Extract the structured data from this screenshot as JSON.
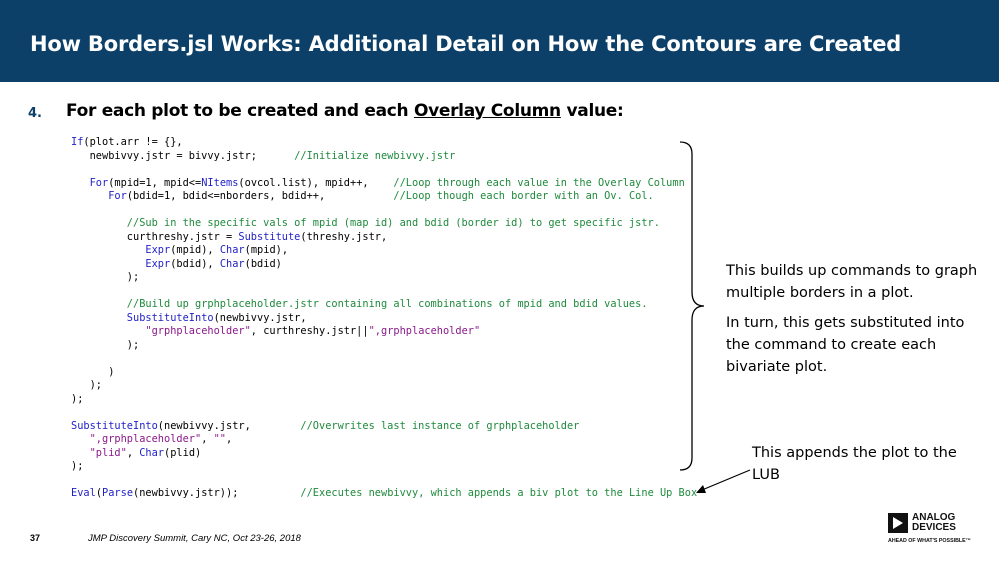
{
  "slide": {
    "title": "How Borders.jsl Works: Additional Detail on How the Contours are Created",
    "point": {
      "number": "4.",
      "text_before": "For each plot to be created and each ",
      "text_underlined": "Overlay Column",
      "text_after": " value:"
    },
    "code_lines": [
      [
        {
          "t": "If",
          "c": "kw"
        },
        {
          "t": "(plot.arr != {},"
        }
      ],
      [
        {
          "t": "   newbivvy.jstr = bivvy.jstr;      "
        },
        {
          "t": "//Initialize newbivvy.jstr",
          "c": "cm"
        }
      ],
      [
        {
          "t": ""
        }
      ],
      [
        {
          "t": "   "
        },
        {
          "t": "For",
          "c": "kw"
        },
        {
          "t": "(mpid=1, mpid<="
        },
        {
          "t": "NItems",
          "c": "kw"
        },
        {
          "t": "(ovcol.list), mpid++,    "
        },
        {
          "t": "//Loop through each value in the Overlay Column",
          "c": "cm"
        }
      ],
      [
        {
          "t": "      "
        },
        {
          "t": "For",
          "c": "kw"
        },
        {
          "t": "(bdid=1, bdid<=nborders, bdid++,           "
        },
        {
          "t": "//Loop though each border with an Ov. Col.",
          "c": "cm"
        }
      ],
      [
        {
          "t": ""
        }
      ],
      [
        {
          "t": "         "
        },
        {
          "t": "//Sub in the specific vals of mpid (map id) and bdid (border id) to get specific jstr.",
          "c": "cm"
        }
      ],
      [
        {
          "t": "         curthreshy.jstr = "
        },
        {
          "t": "Substitute",
          "c": "kw"
        },
        {
          "t": "(threshy.jstr,"
        }
      ],
      [
        {
          "t": "            "
        },
        {
          "t": "Expr",
          "c": "kw"
        },
        {
          "t": "(mpid), "
        },
        {
          "t": "Char",
          "c": "kw"
        },
        {
          "t": "(mpid),"
        }
      ],
      [
        {
          "t": "            "
        },
        {
          "t": "Expr",
          "c": "kw"
        },
        {
          "t": "(bdid), "
        },
        {
          "t": "Char",
          "c": "kw"
        },
        {
          "t": "(bdid)"
        }
      ],
      [
        {
          "t": "         );"
        }
      ],
      [
        {
          "t": ""
        }
      ],
      [
        {
          "t": "         "
        },
        {
          "t": "//Build up grphplaceholder.jstr containing all combinations of mpid and bdid values.",
          "c": "cm"
        }
      ],
      [
        {
          "t": "         "
        },
        {
          "t": "SubstituteInto",
          "c": "kw"
        },
        {
          "t": "(newbivvy.jstr,"
        }
      ],
      [
        {
          "t": "            "
        },
        {
          "t": "\"grphplaceholder\"",
          "c": "st"
        },
        {
          "t": ", curthreshy.jstr||"
        },
        {
          "t": "\",grphplaceholder\"",
          "c": "st"
        }
      ],
      [
        {
          "t": "         );"
        }
      ],
      [
        {
          "t": ""
        }
      ],
      [
        {
          "t": "      )"
        }
      ],
      [
        {
          "t": "   );"
        }
      ],
      [
        {
          "t": ");"
        }
      ],
      [
        {
          "t": ""
        }
      ],
      [
        {
          "t": "SubstituteInto",
          "c": "kw"
        },
        {
          "t": "(newbivvy.jstr,        "
        },
        {
          "t": "//Overwrites last instance of grphplaceholder",
          "c": "cm"
        }
      ],
      [
        {
          "t": "   "
        },
        {
          "t": "\",grphplaceholder\"",
          "c": "st"
        },
        {
          "t": ", "
        },
        {
          "t": "\"\"",
          "c": "st"
        },
        {
          "t": ","
        }
      ],
      [
        {
          "t": "   "
        },
        {
          "t": "\"plid\"",
          "c": "st"
        },
        {
          "t": ", "
        },
        {
          "t": "Char",
          "c": "kw"
        },
        {
          "t": "(plid)"
        }
      ],
      [
        {
          "t": ");"
        }
      ],
      [
        {
          "t": ""
        }
      ],
      [
        {
          "t": "Eval",
          "c": "kw"
        },
        {
          "t": "("
        },
        {
          "t": "Parse",
          "c": "kw"
        },
        {
          "t": "(newbivvy.jstr));          "
        },
        {
          "t": "//Executes newbivvy, which appends a biv plot to the Line Up Box",
          "c": "cm"
        }
      ]
    ],
    "callouts": {
      "builds": "This builds up commands to graph multiple borders in a plot.",
      "turn": "In turn, this gets substituted into the command to create each bivariate plot.",
      "appends": "This appends the plot to the LUB"
    },
    "footer": {
      "slide_number": "37",
      "event": "JMP Discovery Summit, Cary NC, Oct 23-26, 2018"
    },
    "logo": {
      "line1": "ANALOG",
      "line2": "DEVICES",
      "tagline": "AHEAD OF WHAT'S POSSIBLE™"
    },
    "colors": {
      "title_bar": "#0d4068",
      "keyword": "#1f1fc8",
      "comment": "#1f8a3c",
      "string": "#8b1a8b"
    }
  }
}
